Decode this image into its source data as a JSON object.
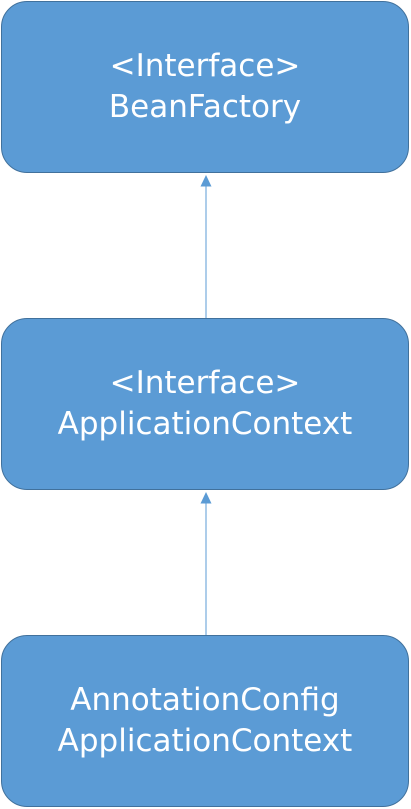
{
  "colors": {
    "box_fill": "#5b9bd5",
    "box_border": "#41719c",
    "text": "#ffffff",
    "arrow": "#5b9bd5"
  },
  "nodes": [
    {
      "id": "bean-factory",
      "lines": [
        "<Interface>",
        "BeanFactory"
      ]
    },
    {
      "id": "application-context",
      "lines": [
        "<Interface>",
        "ApplicationContext"
      ]
    },
    {
      "id": "annotation-config-application-context",
      "lines": [
        "AnnotationConfig",
        "ApplicationContext"
      ]
    }
  ],
  "edges": [
    {
      "from": "application-context",
      "to": "bean-factory",
      "type": "inheritance"
    },
    {
      "from": "annotation-config-application-context",
      "to": "application-context",
      "type": "implementation"
    }
  ]
}
